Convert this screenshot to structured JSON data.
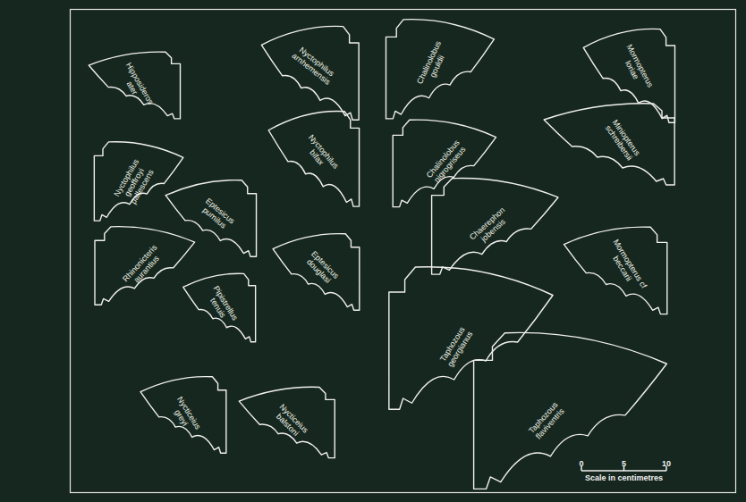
{
  "diagram": {
    "nodes": [
      {
        "text": [
          "Hipposideros ater"
        ]
      },
      {
        "text": [
          "Nyctophilus arnhemensis"
        ]
      },
      {
        "text": [
          "Chalinolobus gouldii"
        ]
      },
      {
        "text": [
          "Mormopterus loriae"
        ]
      },
      {
        "text": [
          "Miniopterus schreibersii"
        ]
      },
      {
        "text": [
          "Nyctophilus bifax"
        ]
      },
      {
        "text": [
          "Chalinolobus nigrogriseus"
        ]
      },
      {
        "text": [
          "Nyctophilus geoffroyi pallescens"
        ]
      },
      {
        "text": [
          "Eptesicus pumilus"
        ]
      },
      {
        "text": [
          "Chaerephon jobensis"
        ]
      },
      {
        "text": [
          "Rhinonicteris aurantius"
        ]
      },
      {
        "text": [
          "Eptesicus douglasi"
        ]
      },
      {
        "text": [
          "Mormopterus cf beccarii"
        ]
      },
      {
        "text": [
          "Pipistrellus tenuis"
        ]
      },
      {
        "text": [
          "Taphozous georgianus"
        ]
      },
      {
        "text": [
          "Taphozous flaviventris"
        ]
      },
      {
        "text": [
          "Nycticeius greyi"
        ]
      },
      {
        "text": [
          "Nycticeius balstoni"
        ]
      }
    ],
    "labels": [
      "0",
      "5",
      "10",
      "Scale in centimetres"
    ]
  }
}
